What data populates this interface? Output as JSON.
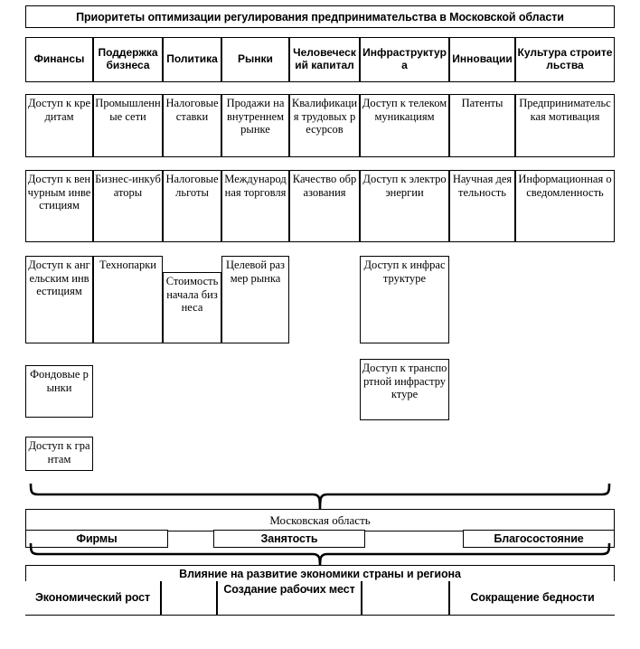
{
  "title": "Приоритеты оптимизации регулирования предпринимательства в Московской области",
  "matrix": {
    "headers": [
      "Финансы",
      "Поддержка бизнеса",
      "Политика",
      "Рынки",
      "Человеческий капитал",
      "Инфраструктура",
      "Инновации",
      "Культура строительства"
    ],
    "rows": [
      [
        "Доступ к кредитам",
        "Промышленные сети",
        "Налоговые ставки",
        "Продажи на внутреннем рынке",
        "Квалификация трудовых ресурсов",
        "Доступ к телекоммуникациям",
        "Патенты",
        "Предпринимательская мотивация"
      ],
      [
        "Доступ к венчурным инвестициям",
        "Бизнес-инкубаторы",
        "Налоговые льготы",
        "Международная торговля",
        "Качество образования",
        "Доступ к электроэнергии",
        "Научная деятельность",
        "Информационная осведомленность"
      ],
      [
        "Доступ к ангельским инвестициям",
        "Технопарки",
        "Стоимость начала бизнеса",
        "Целевой размер рынка",
        "",
        "Доступ к инфраструктуре",
        "",
        ""
      ],
      [
        "Фондовые рынки",
        "",
        "",
        "",
        "",
        "Доступ к транспортной инфраструктуре",
        "",
        ""
      ],
      [
        "Доступ к грантам",
        "",
        "",
        "",
        "",
        "",
        "",
        ""
      ]
    ]
  },
  "region_band": {
    "title": "Московская область",
    "cells": [
      "Фирмы",
      "Занятость",
      "Благосостояние"
    ]
  },
  "impact_band": {
    "title": "Влияние на развитие экономики страны и региона",
    "cells": [
      "Экономический рост",
      "",
      "Создание рабочих мест",
      "",
      "Сокращение бедности"
    ]
  },
  "colors": {
    "ink": "#000000",
    "paper": "#ffffff"
  }
}
